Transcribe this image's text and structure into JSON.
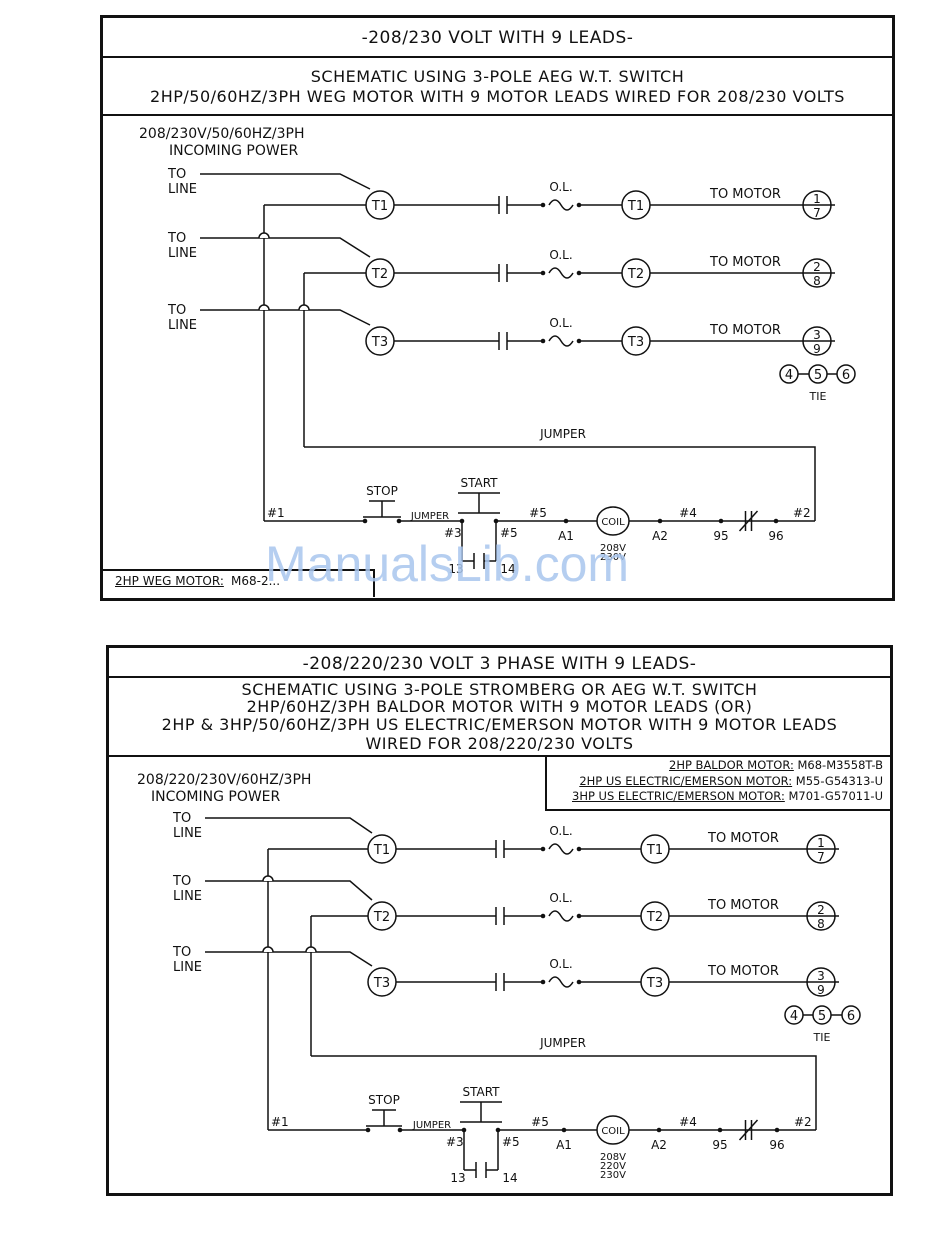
{
  "diagram1": {
    "title": "-208/230 VOLT WITH 9 LEADS-",
    "subtitle1": "SCHEMATIC USING 3-POLE AEG W.T. SWITCH",
    "subtitle2": "2HP/50/60HZ/3PH WEG MOTOR WITH 9 MOTOR LEADS WIRED FOR 208/230 VOLTS",
    "power_line1": "208/230V/50/60HZ/3PH",
    "power_line2": "INCOMING POWER",
    "to_line": [
      "TO",
      "LINE"
    ],
    "terminals": [
      "T1",
      "T2",
      "T3"
    ],
    "overload": "O.L.",
    "to_motor": "TO MOTOR",
    "motor_leads": [
      [
        "1",
        "7"
      ],
      [
        "2",
        "8"
      ],
      [
        "3",
        "9"
      ]
    ],
    "tie_nodes": [
      "4",
      "5",
      "6"
    ],
    "tie_label": "TIE",
    "jumper_label": "JUMPER",
    "stop_label": "STOP",
    "start_label": "START",
    "control_jumper": "JUMPER",
    "wire_labels": [
      "#1",
      "#3",
      "#5",
      "#5",
      "#4",
      "#2"
    ],
    "contact_labels": [
      "13",
      "14"
    ],
    "coil_terminals": [
      "A1",
      "A2",
      "95",
      "96"
    ],
    "coil_label": "COIL",
    "coil_voltage": [
      "208V",
      "230V"
    ],
    "footer_label": "2HP WEG MOTOR:",
    "footer_value": "M68-2..."
  },
  "diagram2": {
    "title": "-208/220/230 VOLT 3 PHASE WITH 9 LEADS-",
    "subtitle1": "SCHEMATIC USING 3-POLE STROMBERG OR AEG W.T. SWITCH",
    "subtitle2": "2HP/60HZ/3PH BALDOR MOTOR WITH 9 MOTOR LEADS (OR)",
    "subtitle3": "2HP & 3HP/50/60HZ/3PH US ELECTRIC/EMERSON MOTOR WITH 9 MOTOR LEADS",
    "subtitle4": "WIRED FOR 208/220/230 VOLTS",
    "power_line1": "208/220/230V/60HZ/3PH",
    "power_line2": "INCOMING POWER",
    "motor_table": [
      {
        "label": "2HP BALDOR MOTOR:",
        "model": "M68-M3558T-B"
      },
      {
        "label": "2HP US ELECTRIC/EMERSON MOTOR:",
        "model": "M55-G54313-U"
      },
      {
        "label": "3HP US ELECTRIC/EMERSON MOTOR:",
        "model": "M701-G57011-U"
      }
    ],
    "to_line": [
      "TO",
      "LINE"
    ],
    "terminals": [
      "T1",
      "T2",
      "T3"
    ],
    "overload": "O.L.",
    "to_motor": "TO MOTOR",
    "motor_leads": [
      [
        "1",
        "7"
      ],
      [
        "2",
        "8"
      ],
      [
        "3",
        "9"
      ]
    ],
    "tie_nodes": [
      "4",
      "5",
      "6"
    ],
    "tie_label": "TIE",
    "jumper_label": "JUMPER",
    "stop_label": "STOP",
    "start_label": "START",
    "control_jumper": "JUMPER",
    "wire_labels": [
      "#1",
      "#3",
      "#5",
      "#5",
      "#4",
      "#2"
    ],
    "contact_labels": [
      "13",
      "14"
    ],
    "coil_terminals": [
      "A1",
      "A2",
      "95",
      "96"
    ],
    "coil_label": "COIL",
    "coil_voltage": [
      "208V",
      "220V",
      "230V"
    ]
  },
  "watermark": "ManualsLib.com"
}
